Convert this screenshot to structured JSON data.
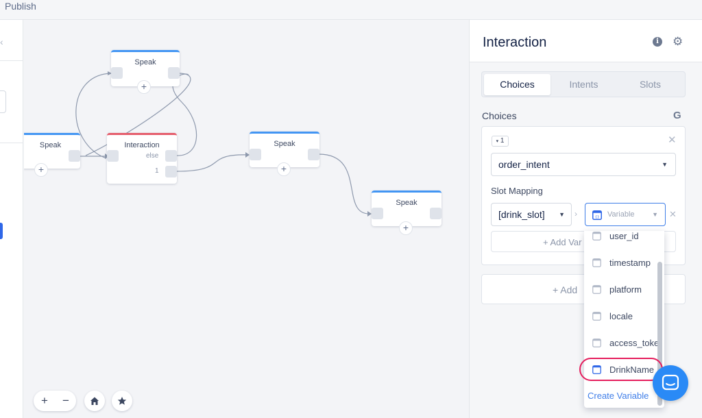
{
  "topbar": {
    "publish_label": "Publish"
  },
  "canvas": {
    "nodes": [
      {
        "id": "speak-top",
        "title": "Speak"
      },
      {
        "id": "speak-left",
        "title": "Speak"
      },
      {
        "id": "interaction",
        "title": "Interaction",
        "else_label": "else",
        "choice_label": "1"
      },
      {
        "id": "speak-mid",
        "title": "Speak"
      },
      {
        "id": "speak-right",
        "title": "Speak"
      }
    ],
    "plus_glyph": "+",
    "controls": {
      "zoom_in": "+",
      "zoom_out": "−"
    }
  },
  "panel": {
    "title": "Interaction",
    "info_glyph": "i",
    "tabs": [
      {
        "label": "Choices",
        "active": true
      },
      {
        "label": "Intents",
        "active": false
      },
      {
        "label": "Slots",
        "active": false
      }
    ],
    "choices_label": "Choices",
    "g_glyph": "G",
    "choice": {
      "badge": "1",
      "intent_value": "order_intent",
      "slot_mapping_label": "Slot Mapping",
      "slot_value": "[drink_slot]",
      "variable_placeholder": "Variable",
      "add_variable_label": "+ Add Var"
    },
    "add_choice_label": "+   Add"
  },
  "dropdown": {
    "items": [
      "user_id",
      "timestamp",
      "platform",
      "locale",
      "access_toke",
      "DrinkName"
    ],
    "selected": "DrinkName",
    "create_label": "Create Variable"
  },
  "colors": {
    "accent": "#3f7ee8",
    "speak_header": "#4295f3",
    "interaction_header": "#e55c6b",
    "highlight": "#e51d5c",
    "chat": "#2a8af6"
  }
}
